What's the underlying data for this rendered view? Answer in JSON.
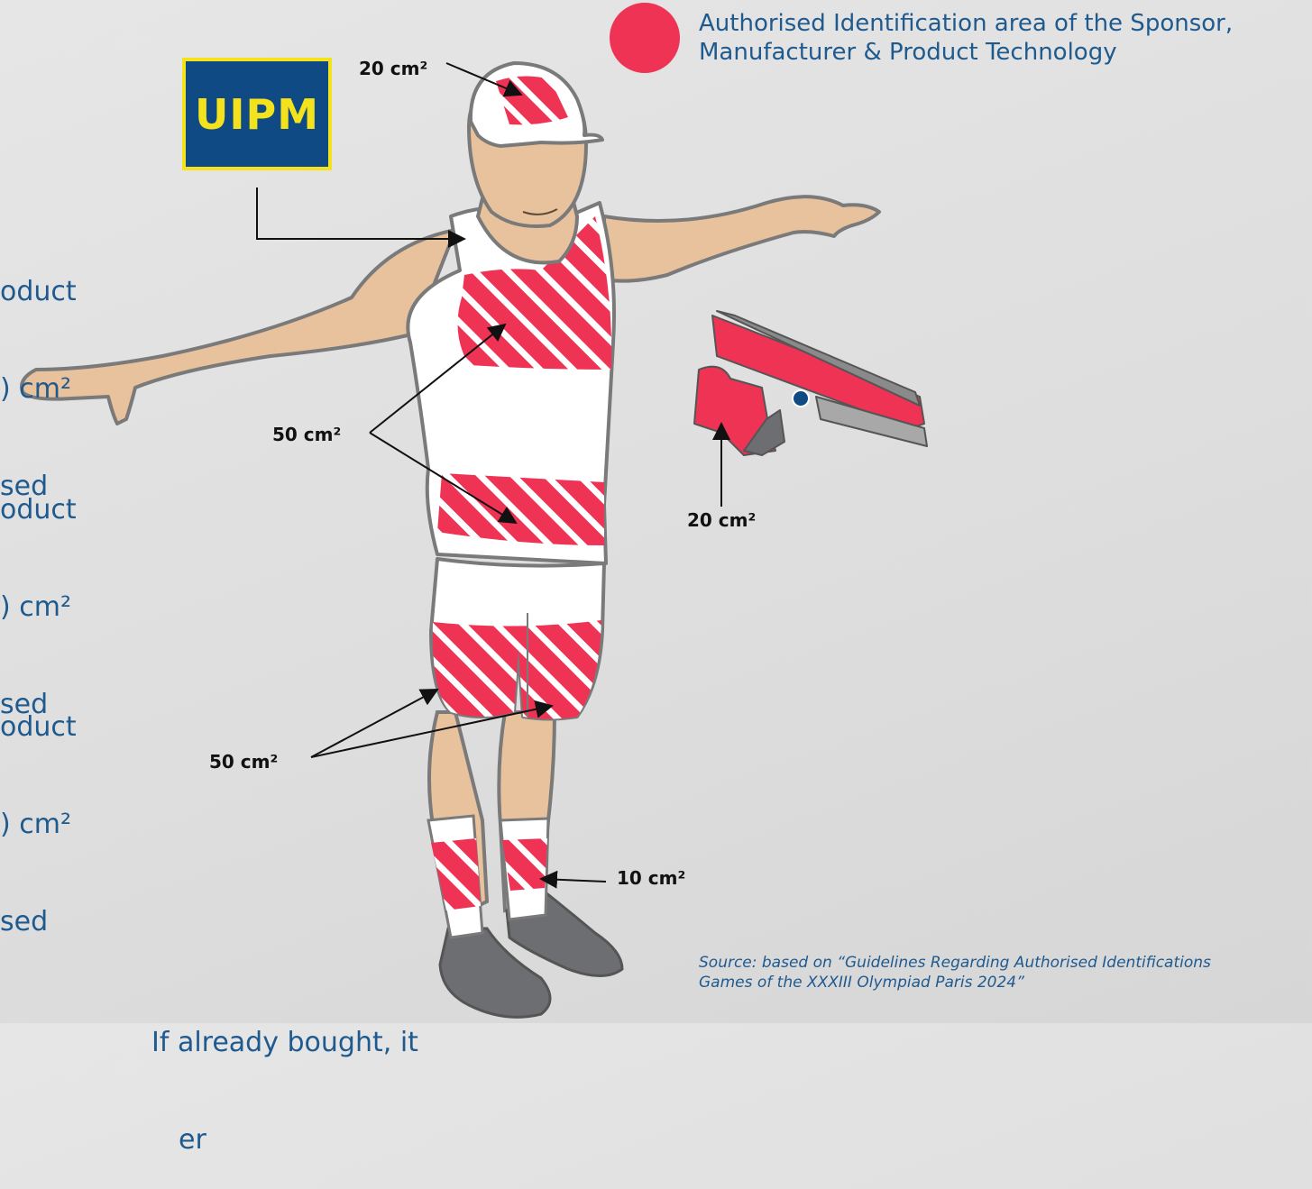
{
  "legend": {
    "text": "Authorised Identification area of the Sponsor, Manufacturer & Product Technology",
    "color": "#ee3355"
  },
  "logo": {
    "text": "UIPM",
    "bg_color": "#0f4a85",
    "text_color": "#f3e21c"
  },
  "left_text": {
    "block1": [
      "oduct",
      ") cm²",
      "sed"
    ],
    "block2": [
      "oduct",
      ") cm²",
      "sed"
    ],
    "block3": [
      "oduct",
      ") cm²",
      "sed"
    ],
    "bottom": [
      "If already bought, it",
      "er"
    ]
  },
  "area_labels": {
    "cap": "20 cm²",
    "torso": "50 cm²",
    "shorts": "50 cm²",
    "pistol": "20 cm²",
    "socks": "10 cm²"
  },
  "source": "Source: based on “Guidelines Regarding Authorised Identifications Games of the XXXIII Olympiad Paris 2024”",
  "colors": {
    "accent": "#ee3355",
    "skin": "#e8c29c",
    "outline": "#7a7a7a",
    "text_blue": "#1f5a8f"
  }
}
